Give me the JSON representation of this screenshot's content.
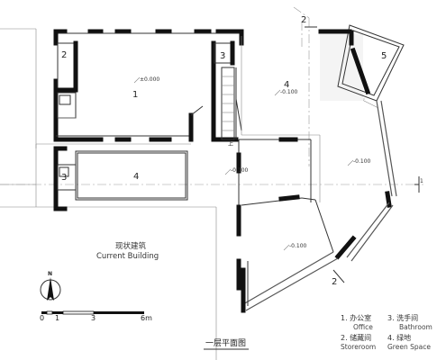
{
  "rooms": {
    "r1": "1",
    "r2": "2",
    "r3_top": "3",
    "r3_left": "3",
    "r4_right": "4",
    "r4_left": "4",
    "r5": "5"
  },
  "levels": {
    "office": "±0.000",
    "right_upper": "-0.100",
    "corridor": "-0.100",
    "right_mid": "-0.100",
    "lower": "-0.100"
  },
  "section_marks": {
    "top": "2",
    "bottom": "2",
    "right": "1"
  },
  "stair_label": "上",
  "existing_building": {
    "zh": "现状建筑",
    "en": "Current Building"
  },
  "north_label": "N",
  "scale": {
    "ticks": [
      "0",
      "1",
      "3",
      "6m"
    ]
  },
  "legend": [
    {
      "zh": "1. 办公室",
      "en": "Office"
    },
    {
      "zh": "3. 洗手间",
      "en": "Bathroom"
    },
    {
      "zh": "2. 储藏间",
      "en": "Storeroom"
    },
    {
      "zh": "4. 绿地",
      "en": "Green Space"
    }
  ],
  "title": "一层平面图"
}
